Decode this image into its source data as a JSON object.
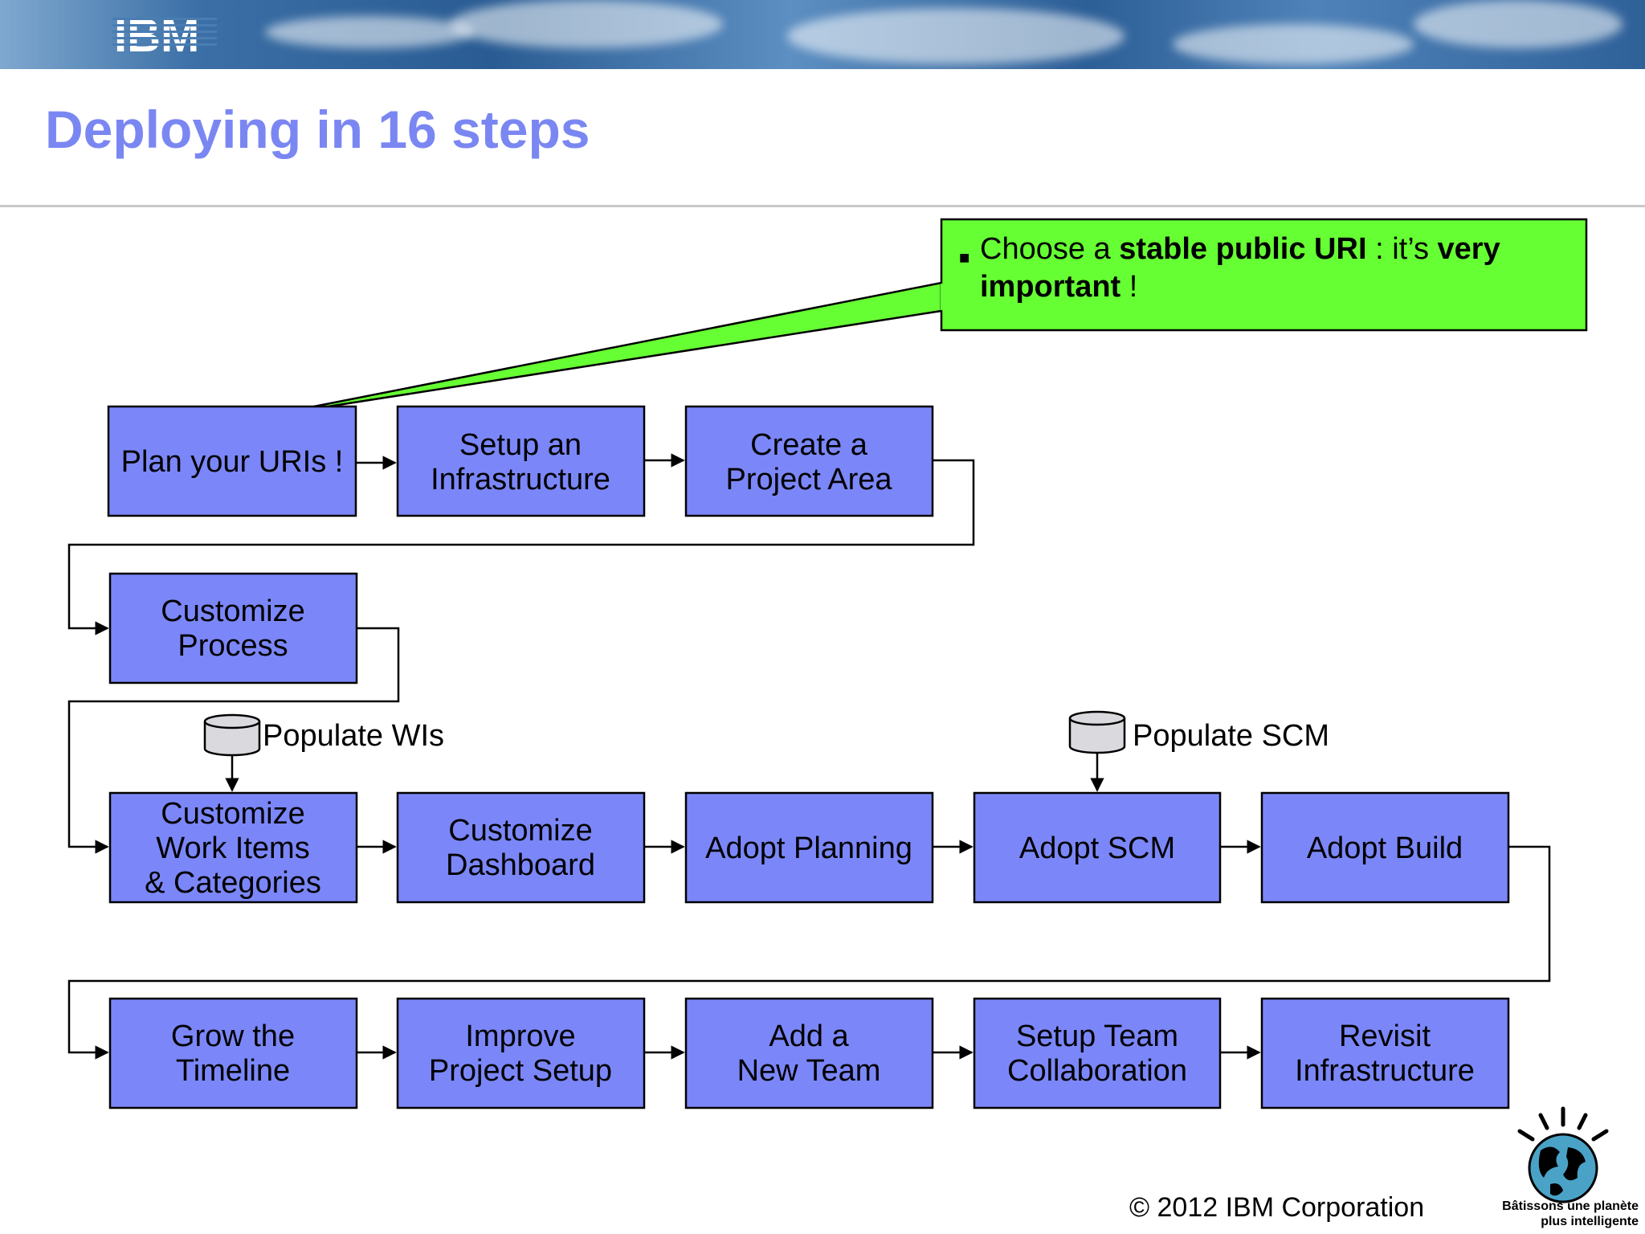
{
  "header": {
    "logo_text": "IBM",
    "title": "Deploying in 16 steps"
  },
  "callout": {
    "parts": [
      "Choose a ",
      "stable public URI",
      " : it’s ",
      "very important",
      " !"
    ]
  },
  "steps": {
    "plan_uris": "Plan your URIs !",
    "setup_infrastructure": [
      "Setup an",
      "Infrastructure"
    ],
    "create_project_area": [
      "Create a",
      "Project Area"
    ],
    "customize_process": [
      "Customize",
      "Process"
    ],
    "customize_work_items": [
      "Customize",
      "Work Items",
      "& Categories"
    ],
    "customize_dashboard": [
      "Customize",
      "Dashboard"
    ],
    "adopt_planning": "Adopt Planning",
    "adopt_scm": "Adopt SCM",
    "adopt_build": "Adopt Build",
    "grow_timeline": [
      "Grow the",
      "Timeline"
    ],
    "improve_project_setup": [
      "Improve",
      "Project Setup"
    ],
    "add_new_team": [
      "Add a",
      "New Team"
    ],
    "setup_team_collaboration": [
      "Setup Team",
      "Collaboration"
    ],
    "revisit_infrastructure": [
      "Revisit",
      "Infrastructure"
    ]
  },
  "sources": {
    "populate_wis": "Populate WIs",
    "populate_scm": "Populate SCM"
  },
  "footer": {
    "copyright": "© 2012 IBM Corporation",
    "tagline_line1": "Bâtissons une planète",
    "tagline_line2": "plus intelligente"
  },
  "colors": {
    "step_fill": "#7b87f8",
    "callout_fill": "#66ff33",
    "title": "#7a87f2",
    "database_fill": "#d9d9de"
  }
}
